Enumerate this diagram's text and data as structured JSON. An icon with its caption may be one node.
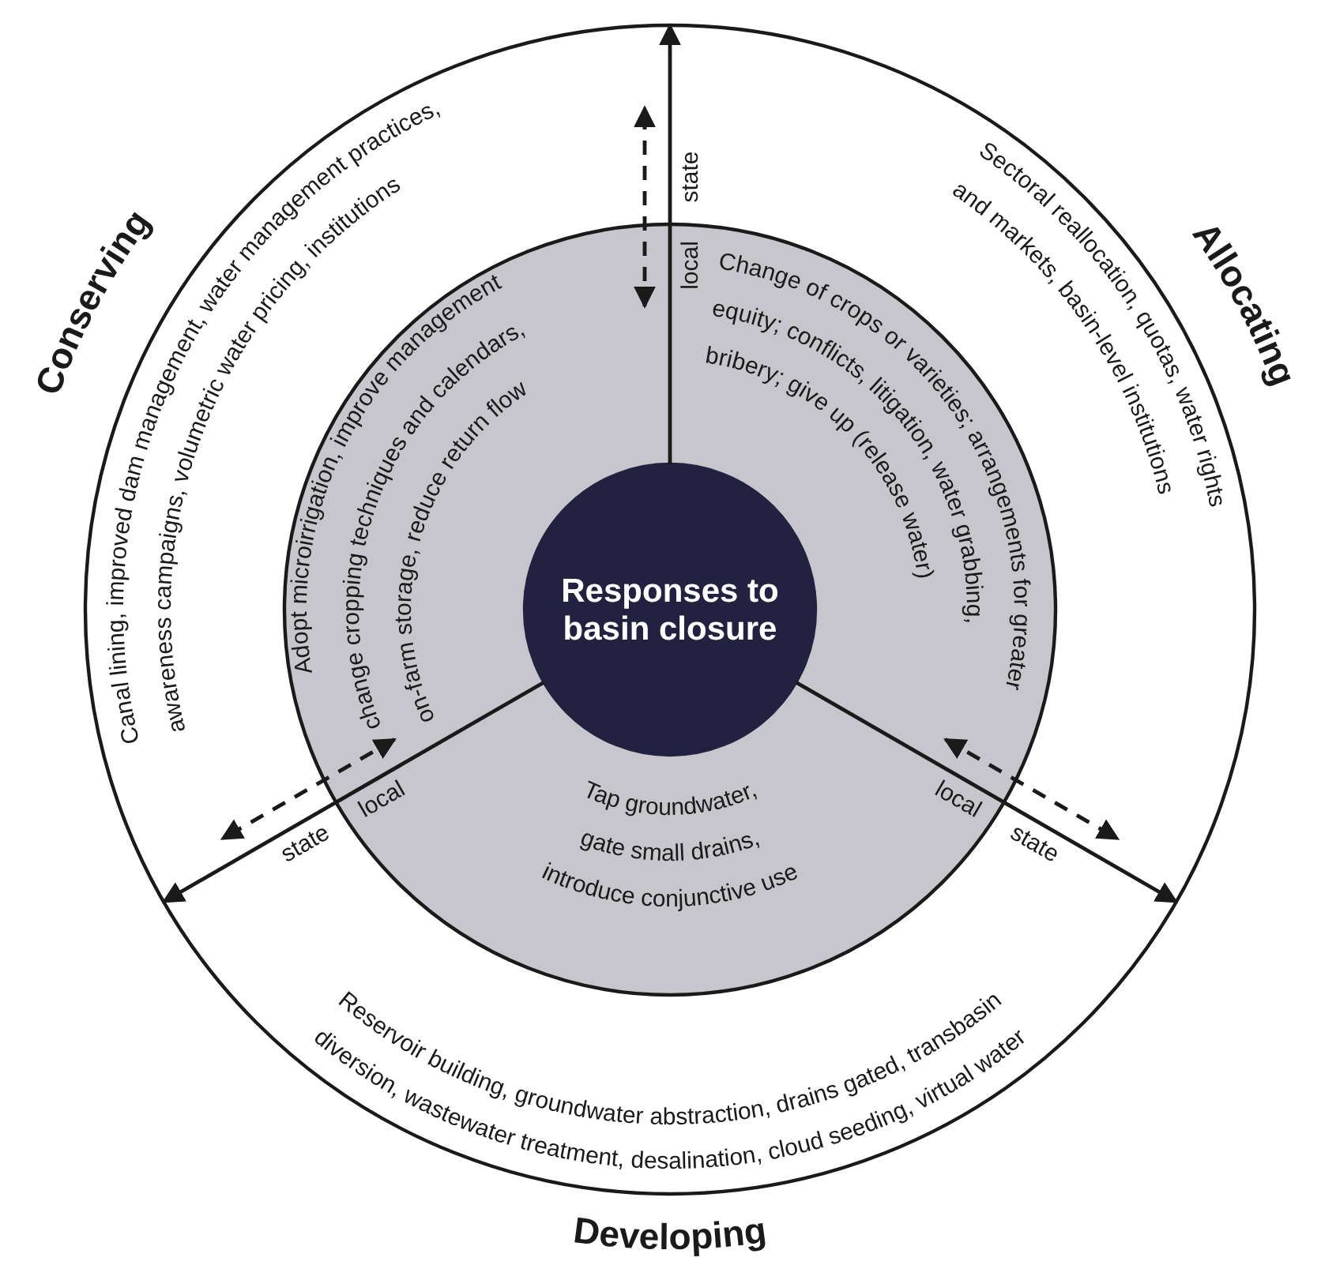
{
  "diagram": {
    "nodes": [
      {
        "text": [],
        "shape": "circle"
      },
      {
        "text": [],
        "shape": "circle",
        "in": 0
      },
      {
        "text": [
          "Responses to basin closure"
        ],
        "in": 1
      },
      {
        "text": [
          "state"
        ],
        "in": 0
      },
      {
        "text": [
          "local"
        ],
        "in": 1
      },
      {
        "text": [
          "state"
        ],
        "in": 0
      },
      {
        "text": [
          "local"
        ],
        "in": 1
      },
      {
        "text": [
          "state"
        ],
        "in": 0
      },
      {
        "text": [
          "local"
        ],
        "in": 1
      }
    ],
    "edges": [
      {
        "from": 2,
        "to": 0,
        "arrow": "to"
      },
      {
        "from": 2,
        "to": 0,
        "arrow": "to"
      },
      {
        "from": 2,
        "to": 0,
        "arrow": "to"
      },
      {
        "from": 4,
        "to": 3,
        "arrow": "both",
        "style": "dashed"
      },
      {
        "from": 6,
        "to": 5,
        "arrow": "both",
        "style": "dashed"
      },
      {
        "from": 8,
        "to": 7,
        "arrow": "both",
        "style": "dashed"
      }
    ],
    "labels": [
      "Conserving",
      "Canal lining, improved dam management, water management practices, awareness campaigns, volumetric water pricing, institutions",
      "Allocating",
      "Sectoral reallocation, quotas, water rights and markets, basin-level institutions",
      "Adopt microirrigation, improve management change cropping techniques and calendars, on-farm storage, reduce return flow",
      "Change of crops or varieties; arrangements for greater equity; conflicts, litigation, water grabbing, bribery; give up (release water)",
      "Tap groundwater, gate small drains, introduce conjunctive use",
      "Reservoir building, groundwater abstraction, drains gated, transbasin diversion, wastewater treatment, desalination, cloud seeding, virtual water",
      "Developing"
    ]
  }
}
